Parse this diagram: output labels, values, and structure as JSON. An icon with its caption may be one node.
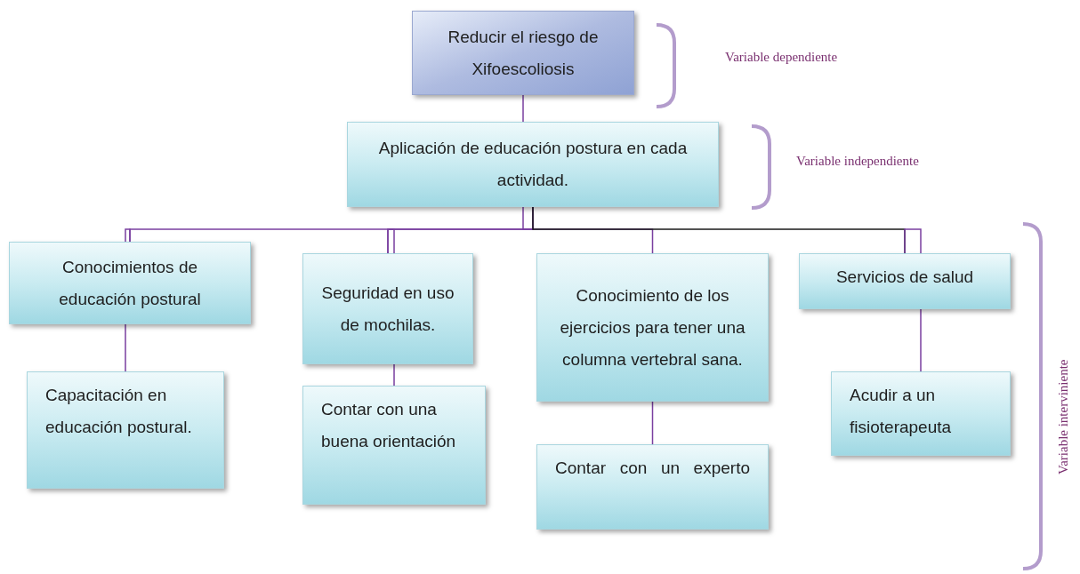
{
  "diagram": {
    "nodes": [
      {
        "text": [
          "Reducir el riesgo de Xifoescoliosis"
        ]
      },
      {
        "text": [
          "Aplicación de educación postura en cada actividad."
        ]
      },
      {
        "text": [
          "Conocimientos de educación postural"
        ]
      },
      {
        "text": [
          "Seguridad en uso de mochilas."
        ]
      },
      {
        "text": [
          "Conocimiento de los ejercicios para tener una columna vertebral sana."
        ]
      },
      {
        "text": [
          "Servicios de salud"
        ]
      },
      {
        "text": [
          "Capacitación en educación postural."
        ]
      },
      {
        "text": [
          "Contar con una buena orientación"
        ]
      },
      {
        "text": [
          "Contar con un experto"
        ]
      },
      {
        "text": [
          "Acudir a un fisioterapeuta"
        ]
      }
    ],
    "edges": [
      {
        "from": 0,
        "to": 1,
        "arrow": "none"
      },
      {
        "from": 1,
        "to": 2,
        "arrow": "none"
      },
      {
        "from": 1,
        "to": 3,
        "arrow": "none"
      },
      {
        "from": 1,
        "to": 4,
        "arrow": "none"
      },
      {
        "from": 1,
        "to": 5,
        "arrow": "none",
        "color": "#1a1a1a"
      },
      {
        "from": 2,
        "to": 6,
        "arrow": "none"
      },
      {
        "from": 3,
        "to": 7,
        "arrow": "none"
      },
      {
        "from": 4,
        "to": 8,
        "arrow": "none"
      },
      {
        "from": 5,
        "to": 9,
        "arrow": "none"
      }
    ],
    "labels": [
      "Variable dependiente",
      "Variable independiente",
      "Variable interviniente"
    ]
  }
}
